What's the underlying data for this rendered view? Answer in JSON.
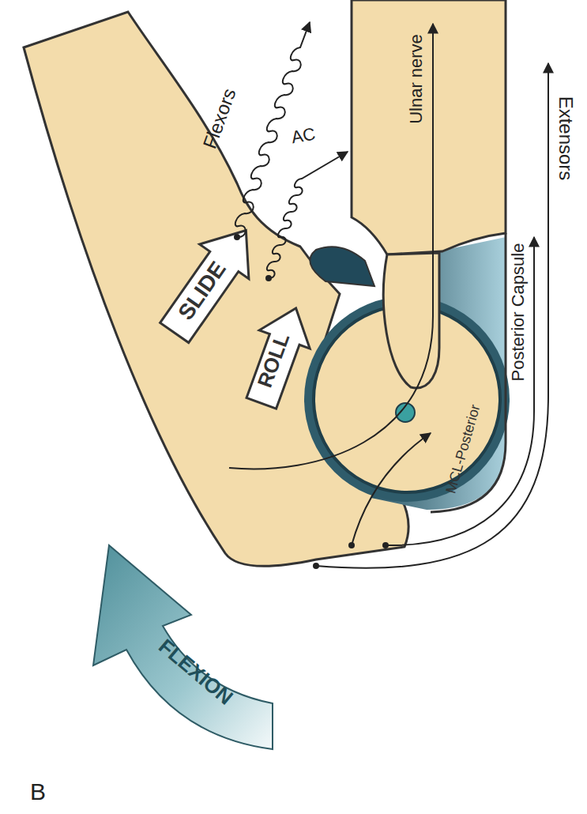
{
  "diagram": {
    "labels": [
      "Flexors",
      "AC",
      "Ulnar nerve",
      "Extensors",
      "Posterior Capsule",
      "MCL-Posterior",
      "SLIDE",
      "ROLL",
      "FLEXION",
      "B"
    ]
  }
}
